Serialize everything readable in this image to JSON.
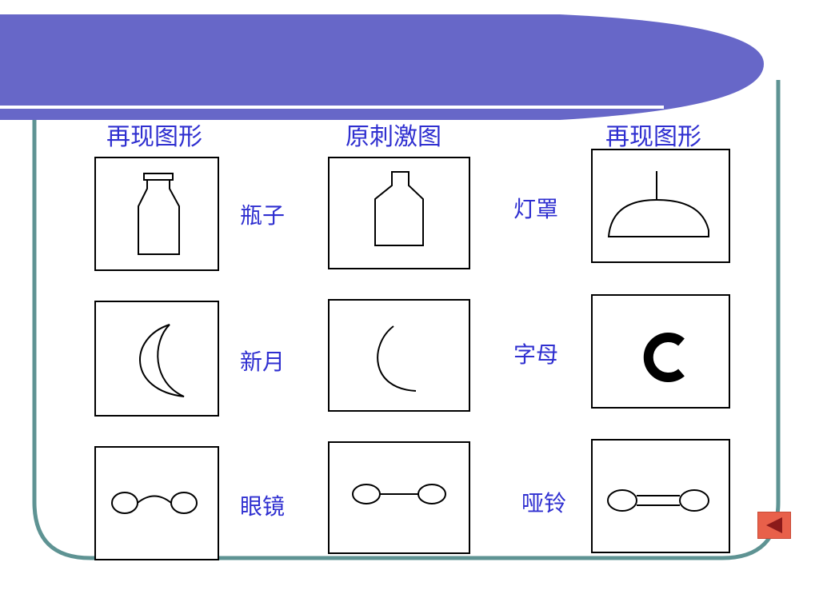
{
  "colors": {
    "banner": "#6767c8",
    "frame": "#5e9393",
    "text": "#2f2fd0",
    "back_button": "#e8604a"
  },
  "headings": {
    "left": "再现图形",
    "center": "原刺激图",
    "right": "再现图形"
  },
  "labels": {
    "row1_left": "瓶子",
    "row1_right": "灯罩",
    "row2_left": "新月",
    "row2_right": "字母",
    "row3_left": "眼镜",
    "row3_right": "哑铃"
  },
  "icons": {
    "left_column": [
      "bottle-icon",
      "crescent-moon-icon",
      "eyeglasses-icon"
    ],
    "center_column": [
      "flask-icon",
      "arc-icon",
      "ovals-connected-icon"
    ],
    "right_column": [
      "lampshade-icon",
      "letter-c-icon",
      "dumbbell-icon"
    ],
    "navigation": "triangle-left-icon"
  }
}
